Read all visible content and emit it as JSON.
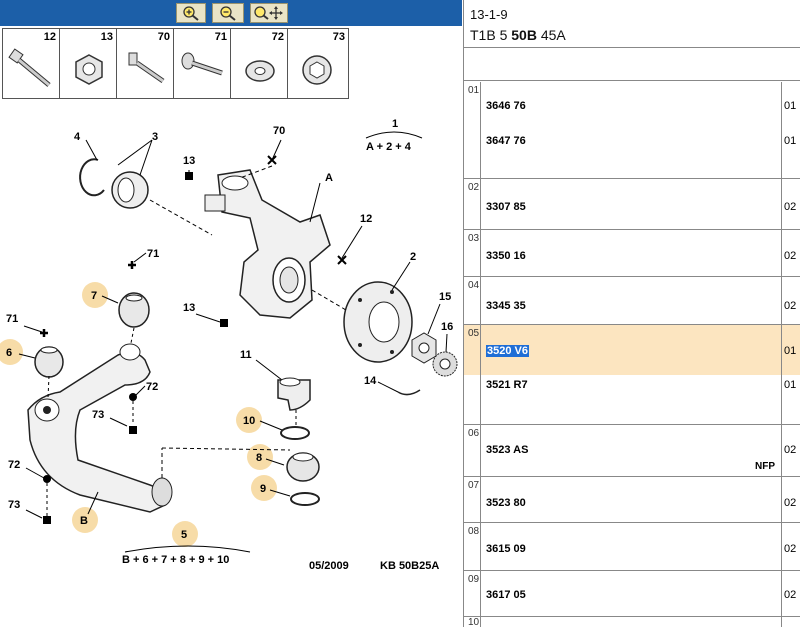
{
  "toolbar": {
    "zoom_in_icon": "zoom-in-icon",
    "zoom_out_icon": "zoom-out-icon",
    "zoom_move_icon": "zoom-move-icon"
  },
  "parts_strip": [
    {
      "num": "12",
      "icon": "bolt-icon"
    },
    {
      "num": "13",
      "icon": "nut-icon"
    },
    {
      "num": "70",
      "icon": "stud-icon"
    },
    {
      "num": "71",
      "icon": "bolt-icon"
    },
    {
      "num": "72",
      "icon": "washer-icon"
    },
    {
      "num": "73",
      "icon": "hub-nut-icon"
    }
  ],
  "diagram": {
    "formula1_num": "1",
    "formula1": "A + 2 + 4",
    "formula5_num": "5",
    "formula5": "B + 6 + 7 + 8 + 9 + 10",
    "labels": {
      "l3": "3",
      "l4": "4",
      "l70": "70",
      "lA": "A",
      "l13a": "13",
      "l12": "12",
      "l71a": "71",
      "l7": "7",
      "l2": "2",
      "l15": "15",
      "l16": "16",
      "l71b": "71",
      "l6": "6",
      "l13b": "13",
      "l11": "11",
      "l14": "14",
      "l72a": "72",
      "l73a": "73",
      "l10": "10",
      "l8": "8",
      "l72b": "72",
      "l9": "9",
      "l73b": "73",
      "lB": "B"
    },
    "footer_date": "05/2009",
    "footer_code": "KB 50B25A"
  },
  "header": {
    "ref": "13-1-9",
    "model_prefix": "T1B 5",
    "model_bold": "50B",
    "model_suffix": "45A"
  },
  "groups": [
    {
      "num": "01",
      "rows": [
        {
          "ref": "3646 76",
          "qty": "01"
        },
        {
          "ref": "3647 76",
          "qty": "01"
        }
      ]
    },
    {
      "num": "02",
      "rows": [
        {
          "ref": "3307 85",
          "qty": "02"
        }
      ]
    },
    {
      "num": "03",
      "rows": [
        {
          "ref": "3350 16",
          "qty": "02"
        }
      ]
    },
    {
      "num": "04",
      "rows": [
        {
          "ref": "3345 35",
          "qty": "02"
        }
      ]
    },
    {
      "num": "05",
      "rows": [
        {
          "ref": "3520 V6",
          "qty": "01"
        },
        {
          "ref": "3521 R7",
          "qty": "01"
        }
      ]
    },
    {
      "num": "06",
      "rows": [
        {
          "ref": "3523 AS",
          "qty": "02"
        }
      ],
      "note": "NFP"
    },
    {
      "num": "07",
      "rows": [
        {
          "ref": "3523 80",
          "qty": "02"
        }
      ]
    },
    {
      "num": "08",
      "rows": [
        {
          "ref": "3615 09",
          "qty": "02"
        }
      ]
    },
    {
      "num": "09",
      "rows": [
        {
          "ref": "3617 05",
          "qty": "02"
        }
      ]
    },
    {
      "num": "10",
      "rows": []
    }
  ],
  "colors": {
    "toolbar_bg": "#1c5fa8",
    "highlight_row": "#fce5c0",
    "selection": "#1f6ed6",
    "callout_bubble": "#f7dca8"
  }
}
